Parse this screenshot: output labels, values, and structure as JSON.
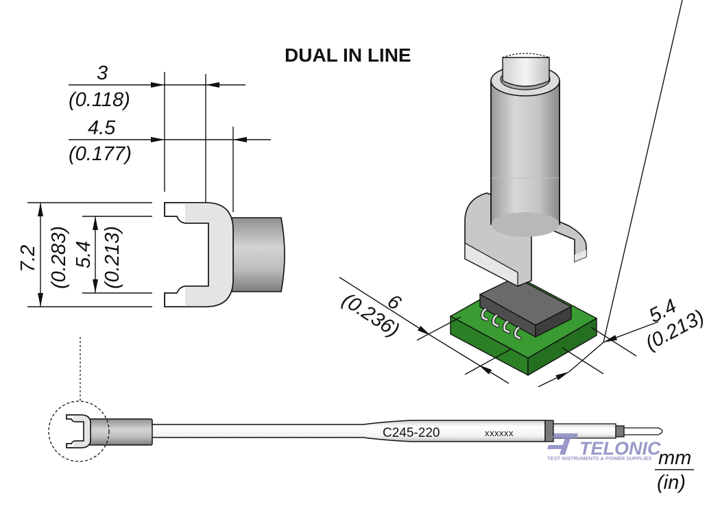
{
  "title": "DUAL IN LINE",
  "dimensions": {
    "tip_width_inner": {
      "mm": "3",
      "in": "(0.118)"
    },
    "tip_width_outer": {
      "mm": "4.5",
      "in": "(0.177)"
    },
    "tip_height_outer": {
      "mm": "7.2",
      "in": "(0.283)"
    },
    "tip_height_inner": {
      "mm": "5.4",
      "in": "(0.213)"
    },
    "component_length": {
      "mm": "6",
      "in": "(0.236)"
    },
    "component_width": {
      "mm": "5.4",
      "in": "(0.213)"
    }
  },
  "cartridge": {
    "part_number": "C245-220",
    "serial": "xxxxxx"
  },
  "watermark": {
    "brand": "TELONIC",
    "tagline": "TEST INSTRUMENTS & POWER SUPPLIES"
  },
  "units": {
    "primary": "mm",
    "secondary": "(in)"
  },
  "colors": {
    "pcb_green": "#2e8b2a",
    "chip_gray": "#5a5a5a",
    "tip_light": "#e4e4e4",
    "logo_purple": "#8d8fc4"
  }
}
